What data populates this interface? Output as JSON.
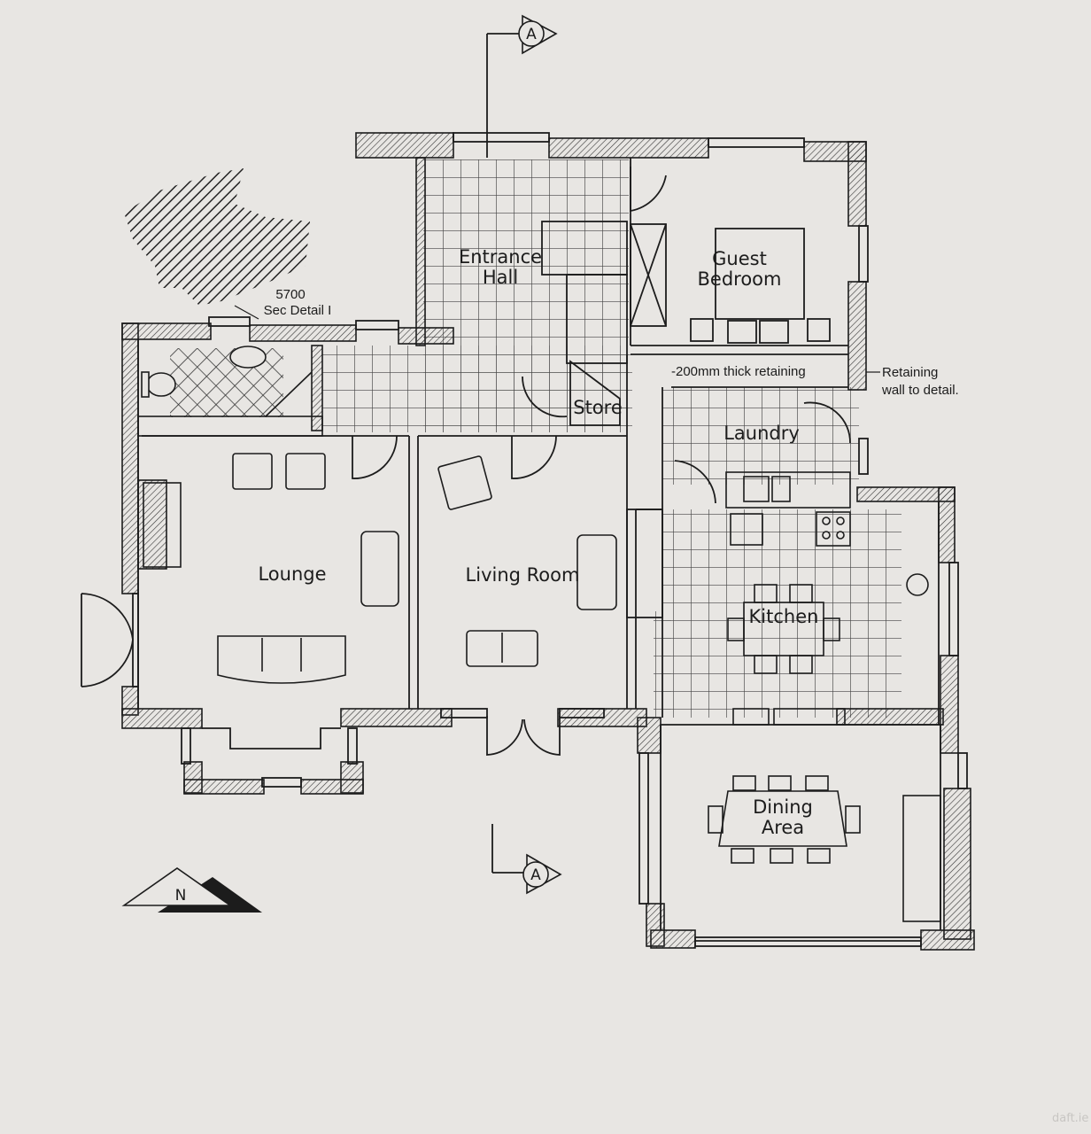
{
  "plan": {
    "rooms": {
      "entrance_hall": [
        "Entrance",
        "Hall"
      ],
      "guest_bedroom": [
        "Guest",
        "Bedroom"
      ],
      "store": "Store",
      "laundry": "Laundry",
      "lounge": "Lounge",
      "living_room": "Living Room",
      "kitchen": "Kitchen",
      "dining_area": [
        "Dining",
        "Area"
      ]
    },
    "annotations": {
      "sec_detail_value": "5700",
      "sec_detail_label": "Sec Detail I",
      "retaining_thickness": "-200mm thick retaining",
      "retaining_wall": [
        "Retaining",
        "wall to detail."
      ]
    },
    "section_marker": "A",
    "north_label": "N",
    "watermark": "daft.ie",
    "colors": {
      "paper": "#e8e6e3",
      "ink": "#1c1c1c",
      "grid": "#444444"
    }
  }
}
